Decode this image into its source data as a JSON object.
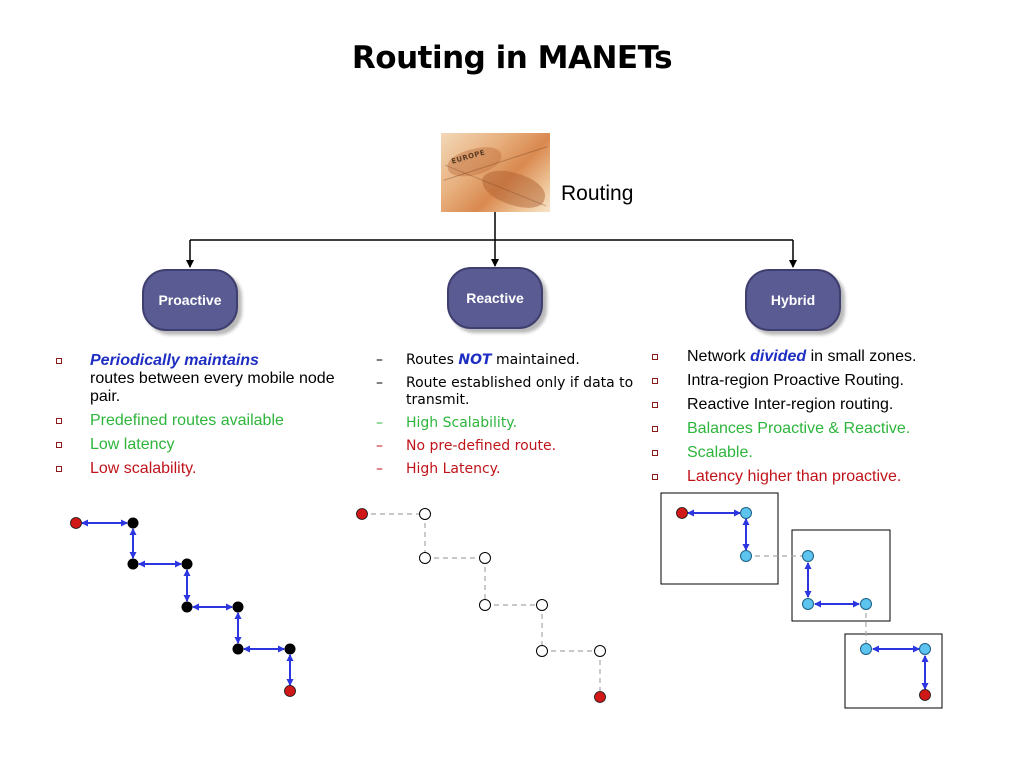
{
  "title": "Routing in MANETs",
  "root": {
    "label": "Routing",
    "image_text": "EUROPE"
  },
  "categories": [
    {
      "key": "proactive",
      "label": "Proactive",
      "bullets": [
        {
          "emph": "Periodically maintains",
          "text": "routes between every mobile node pair.",
          "color": "black"
        },
        {
          "text": "Predefined routes available",
          "color": "green"
        },
        {
          "text": "Low latency",
          "color": "green"
        },
        {
          "text": "Low scalability.",
          "color": "red"
        }
      ]
    },
    {
      "key": "reactive",
      "label": "Reactive",
      "bullets": [
        {
          "pre": "Routes ",
          "emph": "NOT",
          "post": " maintained.",
          "color": "black"
        },
        {
          "text": "Route established only if data to transmit.",
          "color": "black"
        },
        {
          "text": "High Scalability.",
          "color": "green"
        },
        {
          "text": "No pre-defined route.",
          "color": "red"
        },
        {
          "text": "High Latency.",
          "color": "red"
        }
      ]
    },
    {
      "key": "hybrid",
      "label": "Hybrid",
      "bullets": [
        {
          "pre": "Network ",
          "emph": "divided",
          "post": " in small zones.",
          "color": "black"
        },
        {
          "text": "Intra-region Proactive Routing.",
          "color": "black"
        },
        {
          "text": "Reactive Inter-region routing.",
          "color": "black"
        },
        {
          "text": "Balances Proactive & Reactive.",
          "color": "green"
        },
        {
          "text": "Scalable.",
          "color": "green"
        },
        {
          "text": "Latency higher than proactive.",
          "color": "red"
        }
      ]
    }
  ],
  "colors": {
    "pill_fill": "#5b5b94",
    "link_arrow": "#2b35e0",
    "source_node": "#d01818",
    "proactive_node": "#000000",
    "hybrid_node": "#5cc4ee",
    "dashed_link": "#a8a8a8"
  }
}
